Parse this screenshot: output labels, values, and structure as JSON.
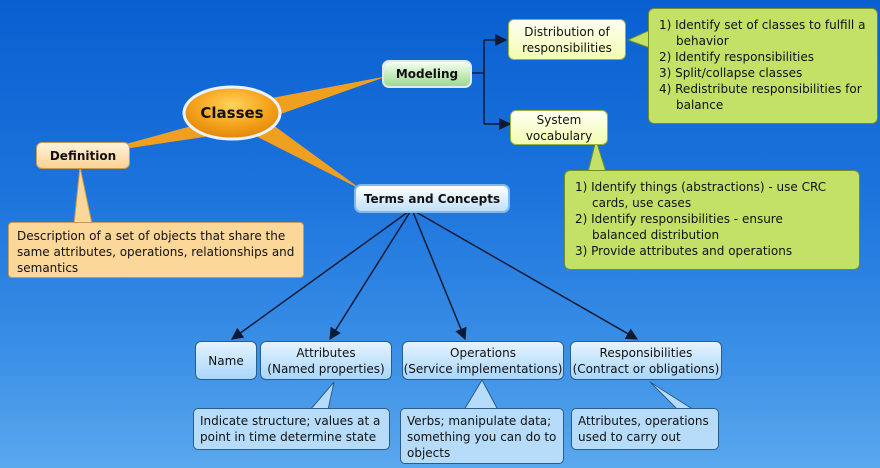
{
  "central": {
    "label": "Classes"
  },
  "definition": {
    "label": "Definition",
    "description": [
      "Description of a set of objects that share the",
      "same attributes, operations, relationships and",
      "semantics"
    ]
  },
  "modeling": {
    "label": "Modeling",
    "distribution": {
      "label": [
        "Distribution of",
        "responsibilities"
      ],
      "steps": [
        [
          "1) Identify set of classes to fulfill a",
          "behavior"
        ],
        [
          "2) Identify responsibilities"
        ],
        [
          "3) Split/collapse classes"
        ],
        [
          "4) Redistribute responsibilities for",
          "balance"
        ]
      ]
    },
    "vocabulary": {
      "label": [
        "System",
        "vocabulary"
      ],
      "steps": [
        [
          "1) Identify things (abstractions) - use CRC",
          "cards, use cases"
        ],
        [
          "2) Identify responsibilities - ensure",
          "balanced distribution"
        ],
        [
          "3) Provide attributes and operations"
        ]
      ]
    }
  },
  "terms": {
    "label": "Terms and Concepts",
    "name": {
      "label": "Name"
    },
    "attributes": {
      "label": [
        "Attributes",
        "(Named properties)"
      ],
      "note": [
        "Indicate structure; values at a",
        "point in time determine state"
      ]
    },
    "operations": {
      "label": [
        "Operations",
        "(Service implementations)"
      ],
      "note": [
        "Verbs; manipulate data;",
        "something you can do to",
        "objects"
      ]
    },
    "responsibilities": {
      "label": [
        "Responsibilities",
        "(Contract or obligations)"
      ],
      "note": [
        "Attributes, operations",
        "used to carry out"
      ]
    }
  },
  "colors": {
    "background_top": "#0a5fd0",
    "background_bottom": "#5aa8ee",
    "central_fill": "#f39c12",
    "connector_orange": "#f0a020",
    "green_callout": "#c4e167",
    "orange_callout": "#fcd79a",
    "blue_callout": "#b6dcfa",
    "arrow": "#0d1a33"
  }
}
